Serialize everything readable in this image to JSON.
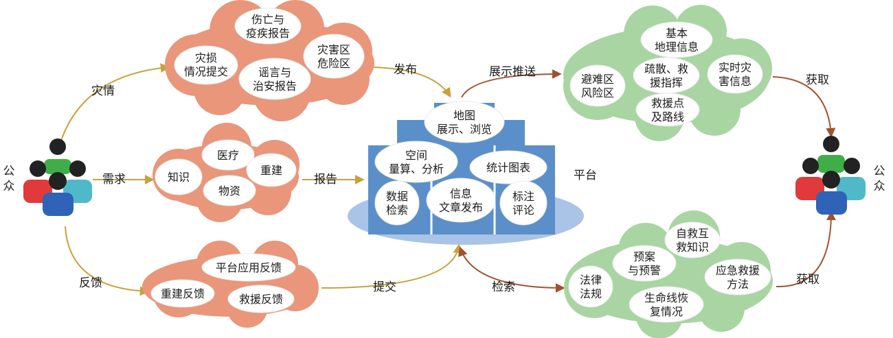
{
  "colors": {
    "orange_cloud": "#e9967a",
    "green_cloud": "#a8d5a2",
    "platform_blue": "#5b8fc9",
    "platform_base": "#a9c4e6",
    "arrow_gold": "#c9a13b",
    "arrow_red": "#a0522d"
  },
  "public_left": {
    "label": "公众",
    "icon": "people-group-icon"
  },
  "public_right": {
    "label": "公众",
    "icon": "people-group-icon"
  },
  "platform": {
    "label": "平台"
  },
  "platform_modules": {
    "map": "地图展示、浏览",
    "space": "空间量算、分析",
    "stats": "统计图表",
    "search": "数据检索",
    "info": "信息文章发布",
    "annotate": "标注评论"
  },
  "cloud_disaster": {
    "items": [
      "伤亡与疫疾报告",
      "灾损情况提交",
      "灾害区危险区",
      "谣言与治安报告"
    ]
  },
  "cloud_needs": {
    "items": [
      "医疗",
      "知识",
      "重建",
      "物资"
    ]
  },
  "cloud_feedback": {
    "items": [
      "平台应用反馈",
      "重建反馈",
      "救援反馈"
    ]
  },
  "cloud_display": {
    "items": [
      "基本地理信息",
      "避难区风险区",
      "疏散、救援指挥",
      "实时灾害信息",
      "救援点及路线"
    ]
  },
  "cloud_search": {
    "items": [
      "自救互救知识",
      "预案与预警",
      "法律法规",
      "应急救援方法",
      "生命线恢复情况"
    ]
  },
  "edges": {
    "disaster": "灾情",
    "needs": "需求",
    "feedback": "反馈",
    "publish": "发布",
    "report": "报告",
    "submit": "提交",
    "display_push": "展示推送",
    "retrieve": "检索",
    "obtain_top": "获取",
    "obtain_bottom": "获取"
  }
}
